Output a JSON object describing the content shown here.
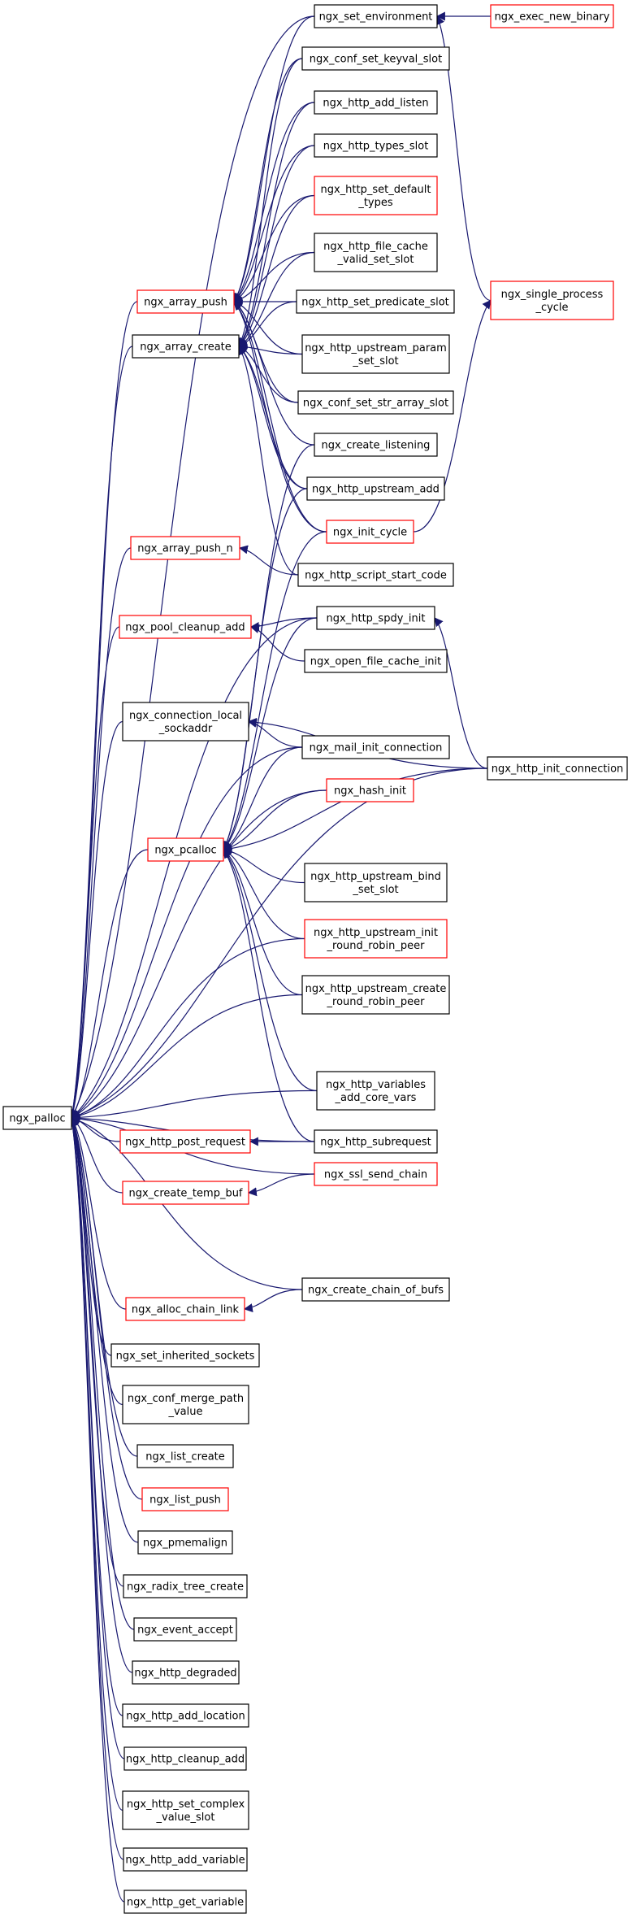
{
  "colors": {
    "edge": "#191970",
    "node_border": "#000000",
    "node_border_incomplete": "#ff0000",
    "root_fill": "#bfbfbf",
    "node_fill": "#ffffff"
  },
  "root": {
    "id": "ngx_palloc",
    "lines": [
      "ngx_palloc"
    ]
  },
  "nodes": [
    {
      "id": "ngx_set_environment",
      "lines": [
        "ngx_set_environment"
      ],
      "border": "black"
    },
    {
      "id": "ngx_exec_new_binary",
      "lines": [
        "ngx_exec_new_binary"
      ],
      "border": "red"
    },
    {
      "id": "ngx_conf_set_keyval_slot",
      "lines": [
        "ngx_conf_set_keyval_slot"
      ],
      "border": "black"
    },
    {
      "id": "ngx_http_add_listen",
      "lines": [
        "ngx_http_add_listen"
      ],
      "border": "black"
    },
    {
      "id": "ngx_http_types_slot",
      "lines": [
        "ngx_http_types_slot"
      ],
      "border": "black"
    },
    {
      "id": "ngx_http_set_default_types",
      "lines": [
        "ngx_http_set_default",
        "_types"
      ],
      "border": "red"
    },
    {
      "id": "ngx_http_file_cache_valid_set_slot",
      "lines": [
        "ngx_http_file_cache",
        "_valid_set_slot"
      ],
      "border": "black"
    },
    {
      "id": "ngx_array_push",
      "lines": [
        "ngx_array_push"
      ],
      "border": "red"
    },
    {
      "id": "ngx_single_process_cycle",
      "lines": [
        "ngx_single_process",
        "_cycle"
      ],
      "border": "red"
    },
    {
      "id": "ngx_http_set_predicate_slot",
      "lines": [
        "ngx_http_set_predicate_slot"
      ],
      "border": "black"
    },
    {
      "id": "ngx_array_create",
      "lines": [
        "ngx_array_create"
      ],
      "border": "black"
    },
    {
      "id": "ngx_http_upstream_param_set_slot",
      "lines": [
        "ngx_http_upstream_param",
        "_set_slot"
      ],
      "border": "black"
    },
    {
      "id": "ngx_conf_set_str_array_slot",
      "lines": [
        "ngx_conf_set_str_array_slot"
      ],
      "border": "black"
    },
    {
      "id": "ngx_create_listening",
      "lines": [
        "ngx_create_listening"
      ],
      "border": "black"
    },
    {
      "id": "ngx_http_upstream_add",
      "lines": [
        "ngx_http_upstream_add"
      ],
      "border": "black"
    },
    {
      "id": "ngx_init_cycle",
      "lines": [
        "ngx_init_cycle"
      ],
      "border": "red"
    },
    {
      "id": "ngx_array_push_n",
      "lines": [
        "ngx_array_push_n"
      ],
      "border": "red"
    },
    {
      "id": "ngx_http_script_start_code",
      "lines": [
        "ngx_http_script_start_code"
      ],
      "border": "black"
    },
    {
      "id": "ngx_http_spdy_init",
      "lines": [
        "ngx_http_spdy_init"
      ],
      "border": "black"
    },
    {
      "id": "ngx_pool_cleanup_add",
      "lines": [
        "ngx_pool_cleanup_add"
      ],
      "border": "red"
    },
    {
      "id": "ngx_open_file_cache_init",
      "lines": [
        "ngx_open_file_cache_init"
      ],
      "border": "black"
    },
    {
      "id": "ngx_connection_local_sockaddr",
      "lines": [
        "ngx_connection_local",
        "_sockaddr"
      ],
      "border": "black"
    },
    {
      "id": "ngx_mail_init_connection",
      "lines": [
        "ngx_mail_init_connection"
      ],
      "border": "black"
    },
    {
      "id": "ngx_http_init_connection",
      "lines": [
        "ngx_http_init_connection"
      ],
      "border": "black"
    },
    {
      "id": "ngx_hash_init",
      "lines": [
        "ngx_hash_init"
      ],
      "border": "red"
    },
    {
      "id": "ngx_pcalloc",
      "lines": [
        "ngx_pcalloc"
      ],
      "border": "red"
    },
    {
      "id": "ngx_http_upstream_bind_set_slot",
      "lines": [
        "ngx_http_upstream_bind",
        "_set_slot"
      ],
      "border": "black"
    },
    {
      "id": "ngx_http_upstream_init_round_robin_peer",
      "lines": [
        "ngx_http_upstream_init",
        "_round_robin_peer"
      ],
      "border": "red"
    },
    {
      "id": "ngx_http_upstream_create_round_robin_peer",
      "lines": [
        "ngx_http_upstream_create",
        "_round_robin_peer"
      ],
      "border": "black"
    },
    {
      "id": "ngx_http_variables_add_core_vars",
      "lines": [
        "ngx_http_variables",
        "_add_core_vars"
      ],
      "border": "black"
    },
    {
      "id": "ngx_http_post_request",
      "lines": [
        "ngx_http_post_request"
      ],
      "border": "red"
    },
    {
      "id": "ngx_http_subrequest",
      "lines": [
        "ngx_http_subrequest"
      ],
      "border": "black"
    },
    {
      "id": "ngx_ssl_send_chain",
      "lines": [
        "ngx_ssl_send_chain"
      ],
      "border": "red"
    },
    {
      "id": "ngx_create_temp_buf",
      "lines": [
        "ngx_create_temp_buf"
      ],
      "border": "red"
    },
    {
      "id": "ngx_create_chain_of_bufs",
      "lines": [
        "ngx_create_chain_of_bufs"
      ],
      "border": "black"
    },
    {
      "id": "ngx_alloc_chain_link",
      "lines": [
        "ngx_alloc_chain_link"
      ],
      "border": "red"
    },
    {
      "id": "ngx_set_inherited_sockets",
      "lines": [
        "ngx_set_inherited_sockets"
      ],
      "border": "black"
    },
    {
      "id": "ngx_conf_merge_path_value",
      "lines": [
        "ngx_conf_merge_path",
        "_value"
      ],
      "border": "black"
    },
    {
      "id": "ngx_list_create",
      "lines": [
        "ngx_list_create"
      ],
      "border": "black"
    },
    {
      "id": "ngx_list_push",
      "lines": [
        "ngx_list_push"
      ],
      "border": "red"
    },
    {
      "id": "ngx_pmemalign",
      "lines": [
        "ngx_pmemalign"
      ],
      "border": "black"
    },
    {
      "id": "ngx_radix_tree_create",
      "lines": [
        "ngx_radix_tree_create"
      ],
      "border": "black"
    },
    {
      "id": "ngx_event_accept",
      "lines": [
        "ngx_event_accept"
      ],
      "border": "black"
    },
    {
      "id": "ngx_http_degraded",
      "lines": [
        "ngx_http_degraded"
      ],
      "border": "black"
    },
    {
      "id": "ngx_http_add_location",
      "lines": [
        "ngx_http_add_location"
      ],
      "border": "black"
    },
    {
      "id": "ngx_http_cleanup_add",
      "lines": [
        "ngx_http_cleanup_add"
      ],
      "border": "black"
    },
    {
      "id": "ngx_http_set_complex_value_slot",
      "lines": [
        "ngx_http_set_complex",
        "_value_slot"
      ],
      "border": "black"
    },
    {
      "id": "ngx_http_add_variable",
      "lines": [
        "ngx_http_add_variable"
      ],
      "border": "black"
    },
    {
      "id": "ngx_http_get_variable",
      "lines": [
        "ngx_http_get_variable"
      ],
      "border": "black"
    }
  ],
  "edges": [
    [
      "ngx_set_environment",
      "ngx_palloc"
    ],
    [
      "ngx_exec_new_binary",
      "ngx_set_environment"
    ],
    [
      "ngx_single_process_cycle",
      "ngx_set_environment"
    ],
    [
      "ngx_array_push",
      "ngx_palloc"
    ],
    [
      "ngx_set_environment",
      "ngx_array_push"
    ],
    [
      "ngx_conf_set_keyval_slot",
      "ngx_array_push"
    ],
    [
      "ngx_http_add_listen",
      "ngx_array_push"
    ],
    [
      "ngx_http_types_slot",
      "ngx_array_push"
    ],
    [
      "ngx_http_set_default_types",
      "ngx_array_push"
    ],
    [
      "ngx_http_file_cache_valid_set_slot",
      "ngx_array_push"
    ],
    [
      "ngx_http_set_predicate_slot",
      "ngx_array_push"
    ],
    [
      "ngx_http_upstream_param_set_slot",
      "ngx_array_push"
    ],
    [
      "ngx_conf_set_str_array_slot",
      "ngx_array_push"
    ],
    [
      "ngx_create_listening",
      "ngx_array_push"
    ],
    [
      "ngx_http_upstream_add",
      "ngx_array_push"
    ],
    [
      "ngx_init_cycle",
      "ngx_array_push"
    ],
    [
      "ngx_array_create",
      "ngx_palloc"
    ],
    [
      "ngx_conf_set_keyval_slot",
      "ngx_array_create"
    ],
    [
      "ngx_http_add_listen",
      "ngx_array_create"
    ],
    [
      "ngx_http_types_slot",
      "ngx_array_create"
    ],
    [
      "ngx_http_set_default_types",
      "ngx_array_create"
    ],
    [
      "ngx_http_file_cache_valid_set_slot",
      "ngx_array_create"
    ],
    [
      "ngx_http_set_predicate_slot",
      "ngx_array_create"
    ],
    [
      "ngx_http_upstream_param_set_slot",
      "ngx_array_create"
    ],
    [
      "ngx_conf_set_str_array_slot",
      "ngx_array_create"
    ],
    [
      "ngx_http_upstream_add",
      "ngx_array_create"
    ],
    [
      "ngx_init_cycle",
      "ngx_array_create"
    ],
    [
      "ngx_http_script_start_code",
      "ngx_array_create"
    ],
    [
      "ngx_init_cycle",
      "ngx_single_process_cycle"
    ],
    [
      "ngx_array_push_n",
      "ngx_palloc"
    ],
    [
      "ngx_http_script_start_code",
      "ngx_array_push_n"
    ],
    [
      "ngx_http_spdy_init",
      "ngx_palloc"
    ],
    [
      "ngx_pool_cleanup_add",
      "ngx_palloc"
    ],
    [
      "ngx_http_spdy_init",
      "ngx_pool_cleanup_add"
    ],
    [
      "ngx_open_file_cache_init",
      "ngx_pool_cleanup_add"
    ],
    [
      "ngx_http_init_connection",
      "ngx_http_spdy_init"
    ],
    [
      "ngx_connection_local_sockaddr",
      "ngx_palloc"
    ],
    [
      "ngx_mail_init_connection",
      "ngx_connection_local_sockaddr"
    ],
    [
      "ngx_http_init_connection",
      "ngx_connection_local_sockaddr"
    ],
    [
      "ngx_mail_init_connection",
      "ngx_palloc"
    ],
    [
      "ngx_pcalloc",
      "ngx_palloc"
    ],
    [
      "ngx_create_listening",
      "ngx_pcalloc"
    ],
    [
      "ngx_http_upstream_add",
      "ngx_pcalloc"
    ],
    [
      "ngx_init_cycle",
      "ngx_pcalloc"
    ],
    [
      "ngx_http_spdy_init",
      "ngx_pcalloc"
    ],
    [
      "ngx_mail_init_connection",
      "ngx_pcalloc"
    ],
    [
      "ngx_hash_init",
      "ngx_pcalloc"
    ],
    [
      "ngx_http_init_connection",
      "ngx_pcalloc"
    ],
    [
      "ngx_http_upstream_bind_set_slot",
      "ngx_pcalloc"
    ],
    [
      "ngx_http_upstream_init_round_robin_peer",
      "ngx_pcalloc"
    ],
    [
      "ngx_http_upstream_create_round_robin_peer",
      "ngx_pcalloc"
    ],
    [
      "ngx_http_variables_add_core_vars",
      "ngx_pcalloc"
    ],
    [
      "ngx_http_subrequest",
      "ngx_pcalloc"
    ],
    [
      "ngx_hash_init",
      "ngx_palloc"
    ],
    [
      "ngx_http_upstream_init_round_robin_peer",
      "ngx_palloc"
    ],
    [
      "ngx_http_upstream_create_round_robin_peer",
      "ngx_palloc"
    ],
    [
      "ngx_http_init_connection",
      "ngx_palloc"
    ],
    [
      "ngx_http_variables_add_core_vars",
      "ngx_palloc"
    ],
    [
      "ngx_http_subrequest",
      "ngx_palloc"
    ],
    [
      "ngx_http_post_request",
      "ngx_palloc"
    ],
    [
      "ngx_http_subrequest",
      "ngx_http_post_request"
    ],
    [
      "ngx_ssl_send_chain",
      "ngx_palloc"
    ],
    [
      "ngx_create_temp_buf",
      "ngx_palloc"
    ],
    [
      "ngx_ssl_send_chain",
      "ngx_create_temp_buf"
    ],
    [
      "ngx_create_chain_of_bufs",
      "ngx_palloc"
    ],
    [
      "ngx_alloc_chain_link",
      "ngx_palloc"
    ],
    [
      "ngx_create_chain_of_bufs",
      "ngx_alloc_chain_link"
    ],
    [
      "ngx_set_inherited_sockets",
      "ngx_palloc"
    ],
    [
      "ngx_conf_merge_path_value",
      "ngx_palloc"
    ],
    [
      "ngx_list_create",
      "ngx_palloc"
    ],
    [
      "ngx_list_push",
      "ngx_palloc"
    ],
    [
      "ngx_pmemalign",
      "ngx_palloc"
    ],
    [
      "ngx_radix_tree_create",
      "ngx_palloc"
    ],
    [
      "ngx_event_accept",
      "ngx_palloc"
    ],
    [
      "ngx_http_degraded",
      "ngx_palloc"
    ],
    [
      "ngx_http_add_location",
      "ngx_palloc"
    ],
    [
      "ngx_http_cleanup_add",
      "ngx_palloc"
    ],
    [
      "ngx_http_set_complex_value_slot",
      "ngx_palloc"
    ],
    [
      "ngx_http_add_variable",
      "ngx_palloc"
    ],
    [
      "ngx_http_get_variable",
      "ngx_palloc"
    ]
  ]
}
